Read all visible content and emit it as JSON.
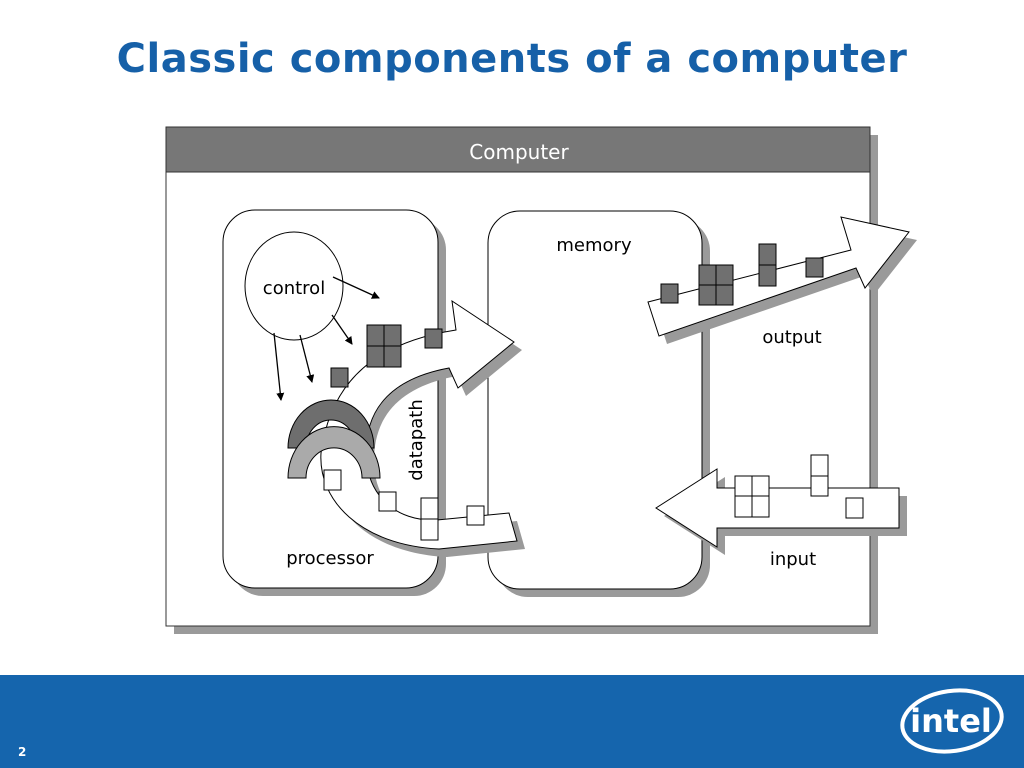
{
  "slide": {
    "title": "Classic components of a computer",
    "page_number": "2"
  },
  "diagram": {
    "header": "Computer",
    "labels": {
      "control": "control",
      "datapath": "datapath",
      "processor": "processor",
      "memory": "memory",
      "output": "output",
      "input": "input"
    }
  },
  "logo": {
    "text": "intel"
  },
  "colors": {
    "title": "#1660a8",
    "footer": "#1565ad",
    "header_bar": "#777777",
    "shadow": "#9a9a9a",
    "block_fill": "#707070"
  }
}
